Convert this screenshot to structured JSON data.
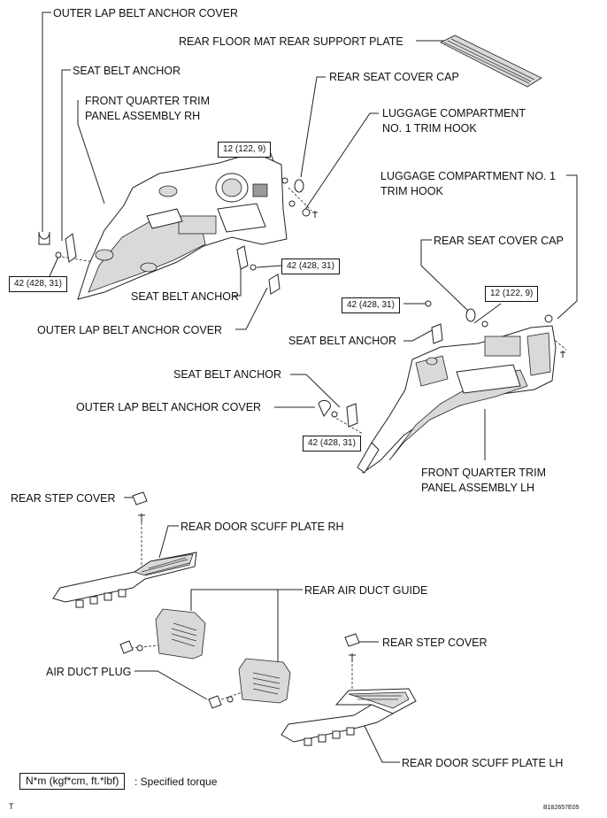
{
  "labels": {
    "outer_lap_cover_rh_top": "OUTER LAP BELT ANCHOR COVER",
    "seat_belt_anchor_rh_top": "SEAT BELT ANCHOR",
    "front_quarter_rh_line1": "FRONT QUARTER TRIM",
    "front_quarter_rh_line2": "PANEL ASSEMBLY RH",
    "rear_floor_mat": "REAR FLOOR MAT REAR SUPPORT PLATE",
    "rear_seat_cover_cap_rh": "REAR SEAT COVER CAP",
    "luggage_hook_rh_line1": "LUGGAGE COMPARTMENT",
    "luggage_hook_rh_line2": "NO. 1 TRIM HOOK",
    "luggage_hook_lh_line1": "LUGGAGE COMPARTMENT NO. 1",
    "luggage_hook_lh_line2": "TRIM HOOK",
    "rear_seat_cover_cap_lh": "REAR SEAT COVER CAP",
    "seat_belt_anchor_rh_bottom": "SEAT BELT ANCHOR",
    "outer_lap_cover_rh_bottom": "OUTER LAP BELT ANCHOR COVER",
    "seat_belt_anchor_lh_upper": "SEAT BELT ANCHOR",
    "seat_belt_anchor_lh_lower": "SEAT BELT ANCHOR",
    "outer_lap_cover_lh": "OUTER LAP BELT ANCHOR COVER",
    "front_quarter_lh_line1": "FRONT QUARTER TRIM",
    "front_quarter_lh_line2": "PANEL ASSEMBLY LH",
    "rear_step_cover_rh": "REAR STEP COVER",
    "rear_door_scuff_rh": "REAR DOOR SCUFF PLATE RH",
    "rear_air_duct_guide": "REAR AIR DUCT GUIDE",
    "rear_step_cover_lh": "REAR STEP COVER",
    "air_duct_plug": "AIR DUCT PLUG",
    "rear_door_scuff_lh": "REAR DOOR SCUFF PLATE LH"
  },
  "torque_values": {
    "t12_rh": "12 (122, 9)",
    "t42_rh_left": "42 (428, 31)",
    "t42_rh_right": "42 (428, 31)",
    "t42_lh_upper": "42 (428, 31)",
    "t12_lh": "12 (122, 9)",
    "t42_lh_lower": "42 (428, 31)"
  },
  "legend": {
    "unit": "N*m (kgf*cm, ft.*lbf)",
    "description": ": Specified torque"
  },
  "footer": {
    "corner_mark": "T",
    "figure_code": "B182657E05"
  }
}
